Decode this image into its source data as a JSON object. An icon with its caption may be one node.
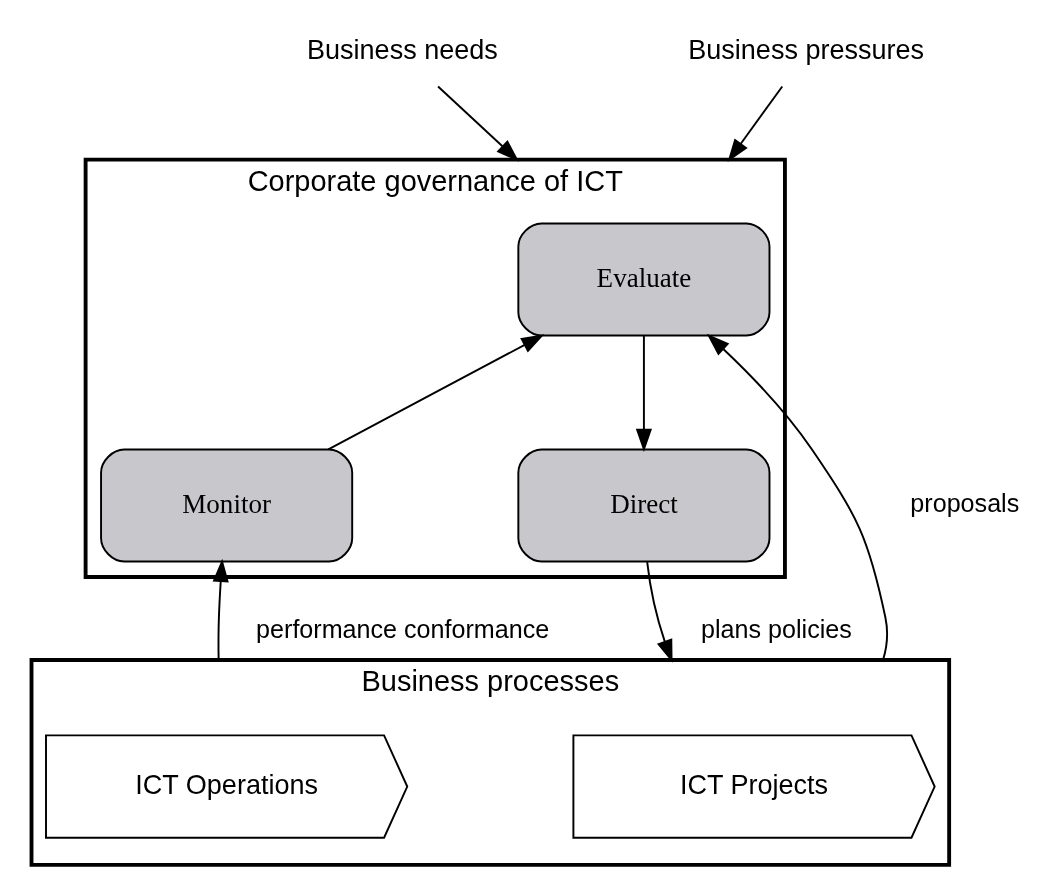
{
  "diagram": {
    "nodes": [
      {
        "text": [
          "Corporate governance of ICT"
        ]
      },
      {
        "text": [
          "Evaluate"
        ],
        "in": 0
      },
      {
        "text": [
          "Direct"
        ],
        "in": 0
      },
      {
        "text": [
          "Monitor"
        ],
        "in": 0
      },
      {
        "text": [
          "Business processes"
        ]
      },
      {
        "text": [
          "ICT Projects"
        ],
        "in": 4
      },
      {
        "text": [
          "ICT Operations"
        ],
        "in": 4
      },
      {
        "text": [
          "Business pressures"
        ]
      },
      {
        "text": [
          "Business needs"
        ]
      }
    ],
    "edges": [
      {
        "from": 2,
        "to": 4,
        "arrow": "to",
        "label": "plans policies"
      },
      {
        "from": 4,
        "to": 1,
        "arrow": "to",
        "label": "proposals"
      },
      {
        "from": 4,
        "to": 3,
        "arrow": "to",
        "label": "performance conformance"
      },
      {
        "from": 1,
        "to": 2,
        "arrow": "to"
      },
      {
        "from": 3,
        "to": 1,
        "arrow": "to"
      },
      {
        "from": 7,
        "to": 0,
        "arrow": "to"
      },
      {
        "from": 8,
        "to": 0,
        "arrow": "to"
      }
    ]
  }
}
